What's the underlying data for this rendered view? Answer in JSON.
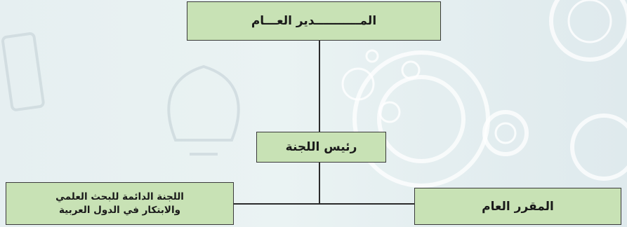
{
  "diagram": {
    "general_manager": "المـــــــــــدير العـــام",
    "committee_chair": "رئيس اللجنة",
    "standing_committee": {
      "line1": "اللجنة الدائمة للبحث العلمي",
      "line2": "والابتكار في الدول العربية"
    },
    "general_rapporteur": "المقرر العام"
  },
  "colors": {
    "box_fill": "#c8e2b5",
    "box_border": "#3a3a3a",
    "connector": "#2b2b2b"
  }
}
